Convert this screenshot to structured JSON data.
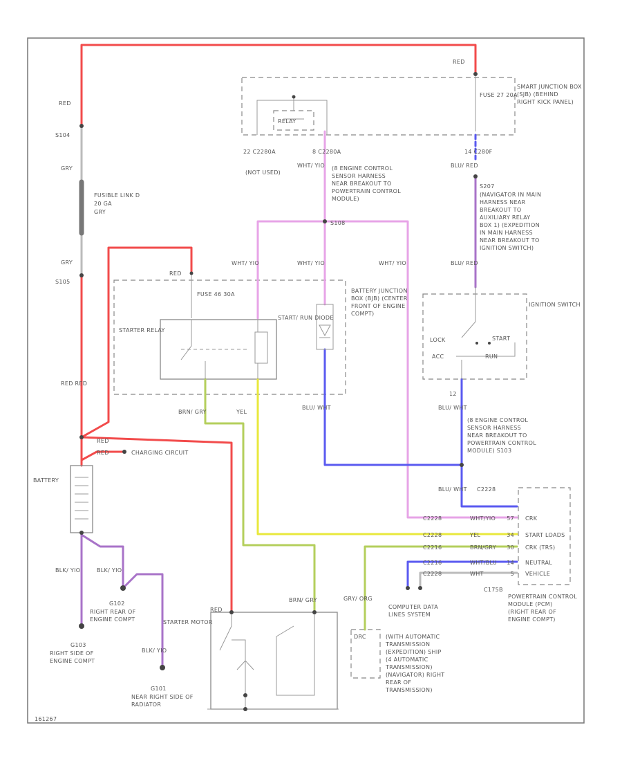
{
  "colors": {
    "red": "#f24b4b",
    "pink": "#e7a4e7",
    "blue": "#5a5af0",
    "yellow": "#e8e83c",
    "green": "#b4cf5c",
    "purple": "#a873c8",
    "gray": "#999999"
  },
  "labels": {
    "red_top": "RED",
    "red_left": "RED",
    "s104": "S104",
    "gry_1": "GRY",
    "fusible_link": "FUSIBLE LINK D",
    "fusible_amp": "20 GA",
    "fusible_wire": "GRY",
    "gry_2": "GRY",
    "s105": "S105",
    "red_relay": "RED",
    "red_red": "RED  RED",
    "red_batt_1": "RED",
    "red_batt_2": "RED",
    "charging": "CHARGING CIRCUIT",
    "battery": "BATTERY",
    "blk_left": "BLK/ YIO",
    "blk_mid": "BLK/ YIO",
    "g102": "G102",
    "g102_desc": "RIGHT REAR OF ENGINE COMPT",
    "g103": "G103",
    "g103_desc": "RIGHT SIDE OF ENGINE COMPT",
    "blk_starter": "BLK/ YIO",
    "g101": "G101",
    "g101_desc": "NEAR RIGHT SIDE OF RADIATOR",
    "fig_id": "161267",
    "sjb_title": "SMART JUNCTION BOX (SJB) (BEHIND RIGHT KICK PANEL)",
    "fuse27": "FUSE 27 20A",
    "relay_label": "RELAY",
    "c2280a": "22  C2280A",
    "c2280a_note": "(NOT USED)",
    "c2280a_8": "8  C2280A",
    "c280f": "14  C280F",
    "wht_yio": "WHT/ YIO",
    "sensor_harness": "(8 ENGINE CONTROL SENSOR HARNESS NEAR BREAKOUT TO POWERTRAIN CONTROL MODULE)",
    "s108": "S108",
    "blu_red_1": "BLU/ RED",
    "s207": "S207",
    "nav_harness": "(NAVIGATOR IN MAIN HARNESS NEAR BREAKOUT TO AUXILIARY RELAY BOX 1) (EXPEDITION IN MAIN HARNESS NEAR BREAKOUT TO IGNITION SWITCH)",
    "blu_red_2": "BLU/ RED",
    "wht_yio_1": "WHT/ YIO",
    "wht_yio_2": "WHT/ YIO",
    "wht_yio_3": "WHT/ YIO",
    "bjb_title": "BATTERY JUNCTION BOX (BJB) (CENTER FRONT OF ENGINE COMPT)",
    "fuse_bjb": "FUSE 46 30A",
    "starter_relay": "STARTER RELAY",
    "start_run_diode": "START/ RUN DIODE",
    "ign_title": "IGNITION SWITCH",
    "lock": "LOCK",
    "start": "START",
    "acc": "ACC",
    "run": "RUN",
    "brn_gry": "BRN/ GRY",
    "yel": "YEL",
    "blu_wht_1": "BLU/ WHT",
    "pin_12": "12",
    "blu_wht_2": "BLU/ WHT",
    "sensor_harness2": "(8 ENGINE CONTROL SENSOR HARNESS NEAR BREAKOUT TO POWERTRAIN CONTROL MODULE) S103",
    "blu_wht_3": "BLU/ WHT",
    "c2228": "C2228",
    "pcm_rows": [
      {
        "conn": "C2228",
        "wire": "WHT/YIO",
        "pin": "57",
        "func": "CRK"
      },
      {
        "conn": "C2228",
        "wire": "YEL",
        "pin": "34",
        "func": "START LOADS"
      },
      {
        "conn": "C2216",
        "wire": "BRN/GRY",
        "pin": "30",
        "func": "CRK (TRS)"
      },
      {
        "conn": "C2216",
        "wire": "WHT/BLU",
        "pin": "14",
        "func": "NEUTRAL"
      },
      {
        "conn": "C2228",
        "wire": "WHT",
        "pin": "5",
        "func": "VEHICLE"
      }
    ],
    "c175b": "C175B",
    "pcm_title": "POWERTRAIN CONTROL MODULE (PCM) (RIGHT REAR OF ENGINE COMPT)",
    "cdl": "COMPUTER DATA LINES SYSTEM",
    "red_starter": "RED",
    "brn_gry_2": "BRN/ GRY",
    "starter_motor": "STARTER MOTOR",
    "gry_org": "GRY/ ORG",
    "trs_box": "DRC",
    "trs_desc": "(WITH AUTOMATIC TRANSMISSION (EXPEDITION) SHIP (4 AUTOMATIC TRANSMISSION) (NAVIGATOR) RIGHT REAR OF TRANSMISSION)"
  }
}
